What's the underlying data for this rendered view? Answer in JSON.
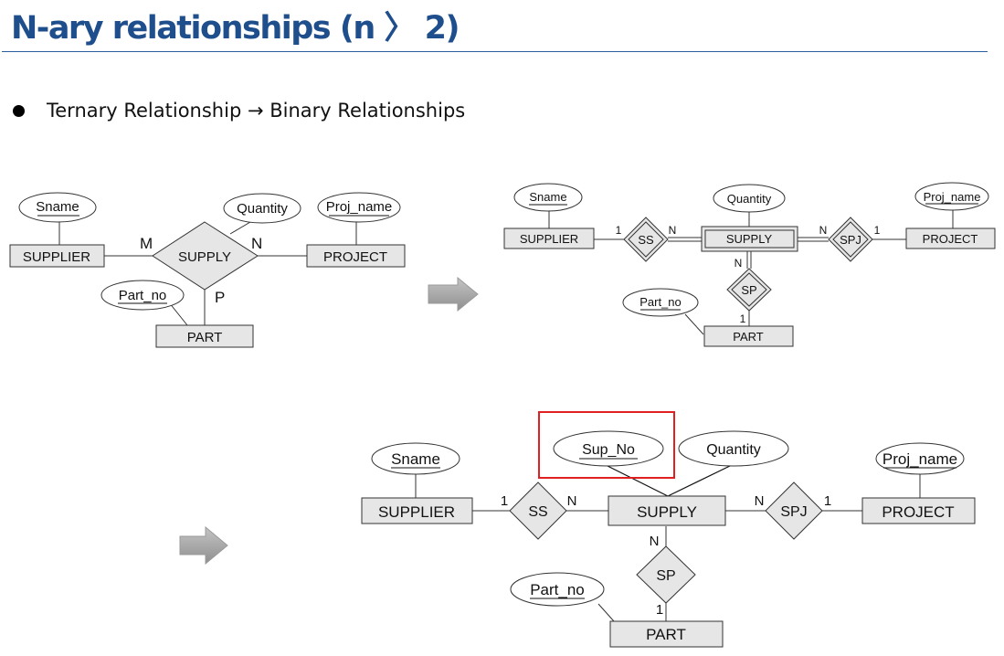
{
  "slide": {
    "title": "N-ary relationships (n 〉 2)",
    "bullet": "Ternary Relationship → Binary Relationships"
  },
  "diagram_a": {
    "entities": {
      "supplier": "SUPPLIER",
      "project": "PROJECT",
      "part": "PART"
    },
    "attributes": {
      "sname": "Sname",
      "quantity": "Quantity",
      "proj_name": "Proj_name",
      "part_no": "Part_no"
    },
    "relationship": "SUPPLY",
    "cardinalities": {
      "supplier": "M",
      "project": "N",
      "part": "P"
    }
  },
  "diagram_b": {
    "entities": {
      "supplier": "SUPPLIER",
      "supply": "SUPPLY",
      "project": "PROJECT",
      "part": "PART"
    },
    "attributes": {
      "sname": "Sname",
      "quantity": "Quantity",
      "proj_name": "Proj_name",
      "part_no": "Part_no"
    },
    "relationships": {
      "ss": "SS",
      "spj": "SPJ",
      "sp": "SP"
    },
    "cardinalities": {
      "ss_left": "1",
      "ss_right": "N",
      "spj_left": "N",
      "spj_right": "1",
      "sp_top": "N",
      "sp_bottom": "1"
    }
  },
  "diagram_c": {
    "entities": {
      "supplier": "SUPPLIER",
      "supply": "SUPPLY",
      "project": "PROJECT",
      "part": "PART"
    },
    "attributes": {
      "sname": "Sname",
      "sup_no": "Sup_No",
      "quantity": "Quantity",
      "proj_name": "Proj_name",
      "part_no": "Part_no"
    },
    "relationships": {
      "ss": "SS",
      "spj": "SPJ",
      "sp": "SP"
    },
    "cardinalities": {
      "ss_left": "1",
      "ss_right": "N",
      "spj_left": "N",
      "spj_right": "1",
      "sp_top": "N",
      "sp_bottom": "1"
    }
  },
  "colors": {
    "title": "#1f4e8c",
    "highlight": "#e02020",
    "entity_fill": "#e6e6e6",
    "arrow_fill": "#a8a8a8"
  }
}
